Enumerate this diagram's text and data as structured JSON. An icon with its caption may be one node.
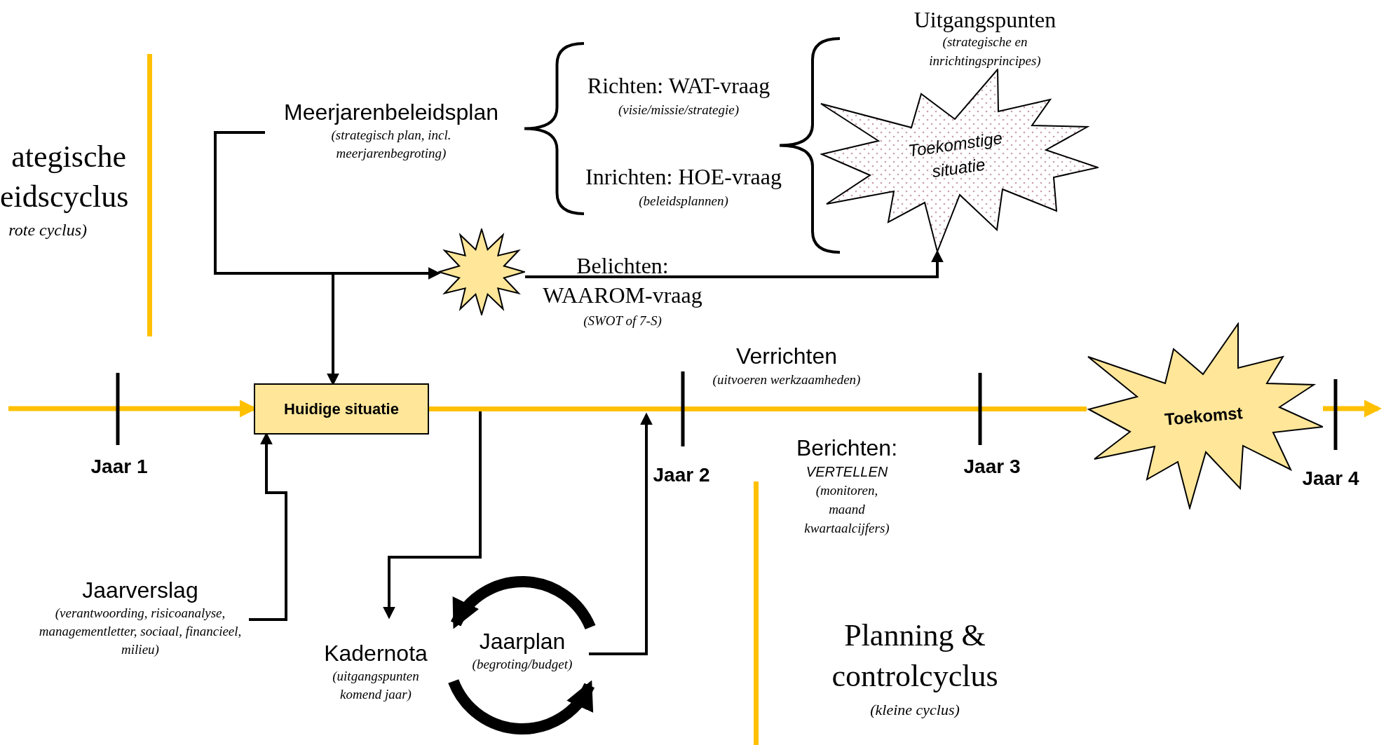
{
  "diagram": {
    "nodes": [
      {
        "text": [
          "Meerjarenbeleidsplan",
          "(strategisch plan, incl. meerjarenbegroting)"
        ]
      },
      {
        "text": [],
        "shape": "star",
        "beside": [
          "Belichten: WAAROM-vraag",
          "(SWOT of 7-S)"
        ]
      },
      {
        "text": [
          "Toekomstige situatie"
        ],
        "beside": [
          "Uitgangspunten",
          "(strategische en inrichtingsprincipes)"
        ]
      },
      {
        "text": [
          "Huidige situatie"
        ]
      },
      {
        "text": [
          "Jaarverslag",
          "(verantwoording, risicoanalyse, managementletter, sociaal, financieel, milieu)"
        ]
      },
      {
        "text": [
          "Kadernota",
          "(uitgangspunten komend jaar)"
        ]
      },
      {
        "text": [
          "Jaarplan",
          "(begroting/budget)"
        ]
      },
      {
        "text": [
          "Toekomst"
        ]
      }
    ],
    "edges": [
      {
        "from": 0,
        "to": 1,
        "arrow": "to"
      },
      {
        "from": 0,
        "to": 3,
        "arrow": "to"
      },
      {
        "from": 1,
        "to": 2,
        "arrow": "to"
      },
      {
        "from": null,
        "to": 3,
        "arrow": "to",
        "color": "#ffc000"
      },
      {
        "from": 3,
        "to": 7,
        "arrow": "none",
        "color": "#ffc000"
      },
      {
        "from": 7,
        "to": null,
        "arrow": "to",
        "color": "#ffc000"
      },
      {
        "from": 4,
        "to": 3,
        "arrow": "to"
      },
      {
        "from": 3,
        "to": 5,
        "arrow": "to"
      },
      {
        "from": 6,
        "to": null,
        "arrow": "to"
      },
      {
        "from": 6,
        "to": 5,
        "arrow": "to",
        "style": "thick"
      },
      {
        "from": 5,
        "to": 6,
        "arrow": "to",
        "style": "thick"
      }
    ],
    "labels": [
      "ategische eidscyclus",
      "rote cyclus)",
      "Richten: WAT-vraag",
      "(visie/missie/strategie)",
      "Inrichten: HOE-vraag",
      "(beleidsplannen)",
      "Verrichten",
      "(uitvoeren werkzaamheden)",
      "Jaar 1",
      "Jaar 2",
      "Berichten:",
      "VERTELLEN",
      "(monitoren, maand kwartaalcijfers)",
      "Jaar 3",
      "Jaar 4",
      "Planning & controlcyclus",
      "(kleine cyclus)"
    ]
  }
}
